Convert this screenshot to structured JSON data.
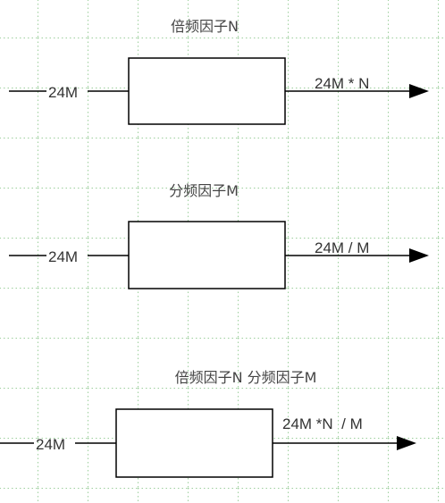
{
  "grid": {
    "color": "#9ccf9c"
  },
  "colors": {
    "stroke": "#000000",
    "text": "#333333"
  },
  "diagram_1": {
    "title": "倍频因子N",
    "input_label": "24M",
    "output_label": "24M * N"
  },
  "diagram_2": {
    "title": "分频因子M",
    "input_label": "24M",
    "output_label": "24M / M"
  },
  "diagram_3": {
    "title": "倍频因子N 分频因子M",
    "input_label": "24M",
    "output_label": "24M *N  / M"
  }
}
